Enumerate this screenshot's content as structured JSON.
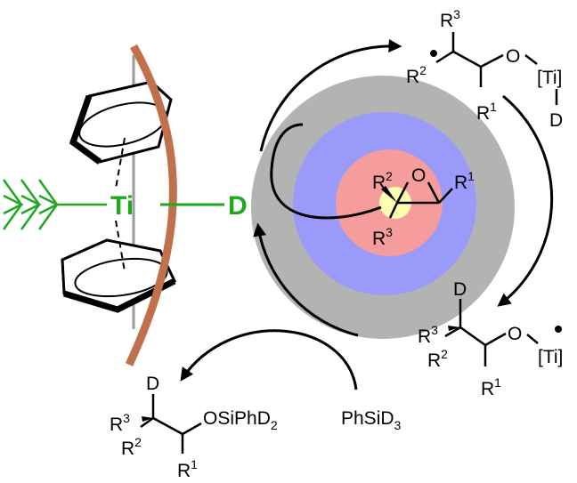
{
  "colors": {
    "ring_outer": "#b3b3b3",
    "ring_middle": "#9a9afa",
    "ring_inner": "#f59c9c",
    "core": "#fefeae",
    "ligand_strand": "#c0704a",
    "titanium": "#1fa81f"
  },
  "catalyst": {
    "metal": "Ti",
    "ligand": "D"
  },
  "reagent": "PhSiD3",
  "radical_intermediate": {
    "r_top": "R",
    "r_top_sup": "3",
    "r_mid": "R",
    "r_mid_sup": "2",
    "r_low": "R",
    "r_low_sup": "1",
    "oxygen": "O",
    "titanium": "[Ti]",
    "deuterium": "D"
  },
  "epoxide": {
    "r_left": "R",
    "r_left_sup": "2",
    "oxygen": "O",
    "r_right": "R",
    "r_right_sup": "1",
    "r_bottom": "R",
    "r_bottom_sup": "3"
  },
  "deuterated_intermediate": {
    "deuterium": "D",
    "r_top": "R",
    "r_top_sup": "3",
    "r_mid": "R",
    "r_mid_sup": "2",
    "r_low": "R",
    "r_low_sup": "1",
    "oxygen": "O",
    "titanium": "[Ti]"
  },
  "product": {
    "deuterium": "D",
    "r_top": "R",
    "r_top_sup": "3",
    "r_mid": "R",
    "r_mid_sup": "2",
    "r_low": "R",
    "r_low_sup": "1",
    "silyl_ether": "OSiPhD",
    "silyl_sub": "2"
  }
}
